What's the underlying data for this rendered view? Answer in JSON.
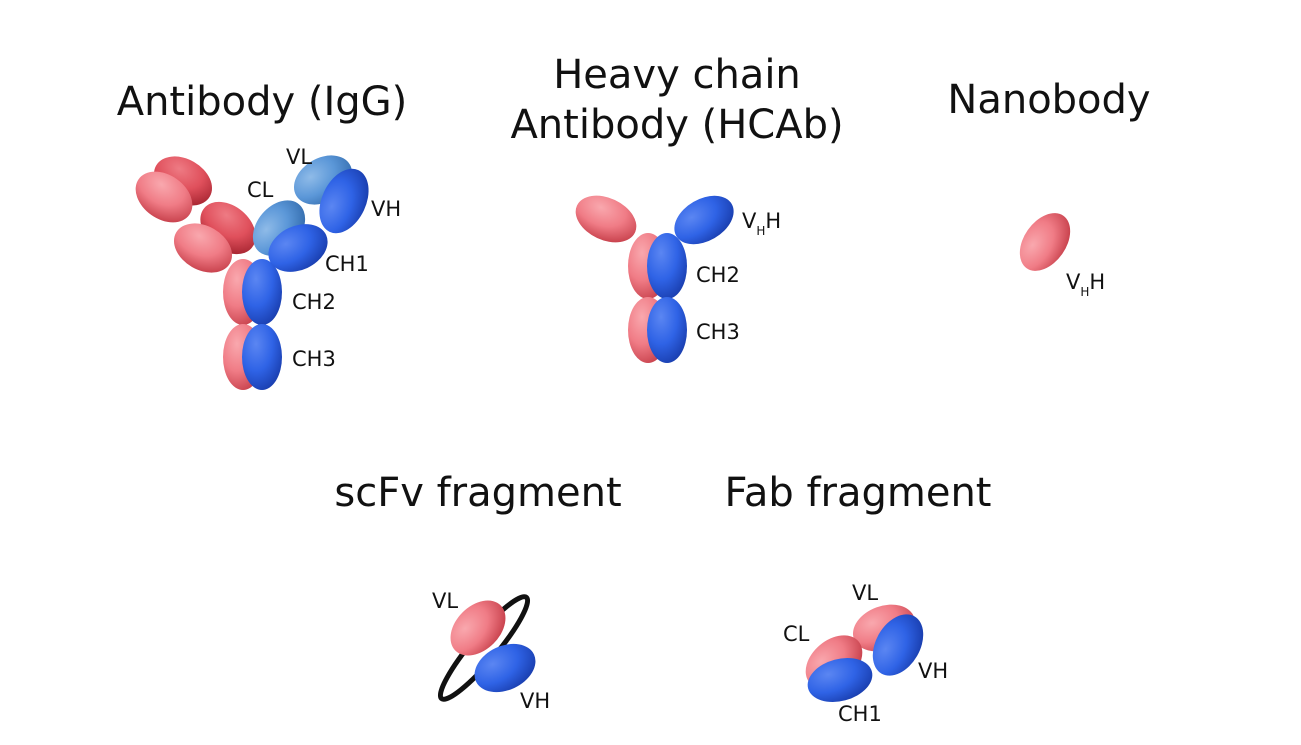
{
  "colors": {
    "pink": "#f07c86",
    "pink_shade": "#c9434e",
    "red": "#e0505c",
    "red_shade": "#a82632",
    "blue": "#2f63e6",
    "blue_shade": "#1a3fb0",
    "light_blue": "#5b97d8",
    "light_blue_shade": "#366fb0",
    "text": "#111111",
    "linker": "#111111"
  },
  "igg": {
    "title": "Antibody (IgG)",
    "labels": {
      "vl": "VL",
      "cl": "CL",
      "vh": "VH",
      "ch1": "CH1",
      "ch2": "CH2",
      "ch3": "CH3"
    }
  },
  "hcab": {
    "title_line1": "Heavy chain",
    "title_line2": "Antibody (HCAb)",
    "labels": {
      "vhh_v": "V",
      "vhh_sub": "H",
      "vhh_h": "H",
      "ch2": "CH2",
      "ch3": "CH3"
    }
  },
  "nanobody": {
    "title": "Nanobody",
    "labels": {
      "vhh_v": "V",
      "vhh_sub": "H",
      "vhh_h": "H"
    }
  },
  "scfv": {
    "title": "scFv fragment",
    "labels": {
      "vl": "VL",
      "vh": "VH"
    }
  },
  "fab": {
    "title": "Fab fragment",
    "labels": {
      "vl": "VL",
      "cl": "CL",
      "vh": "VH",
      "ch1": "CH1"
    }
  }
}
